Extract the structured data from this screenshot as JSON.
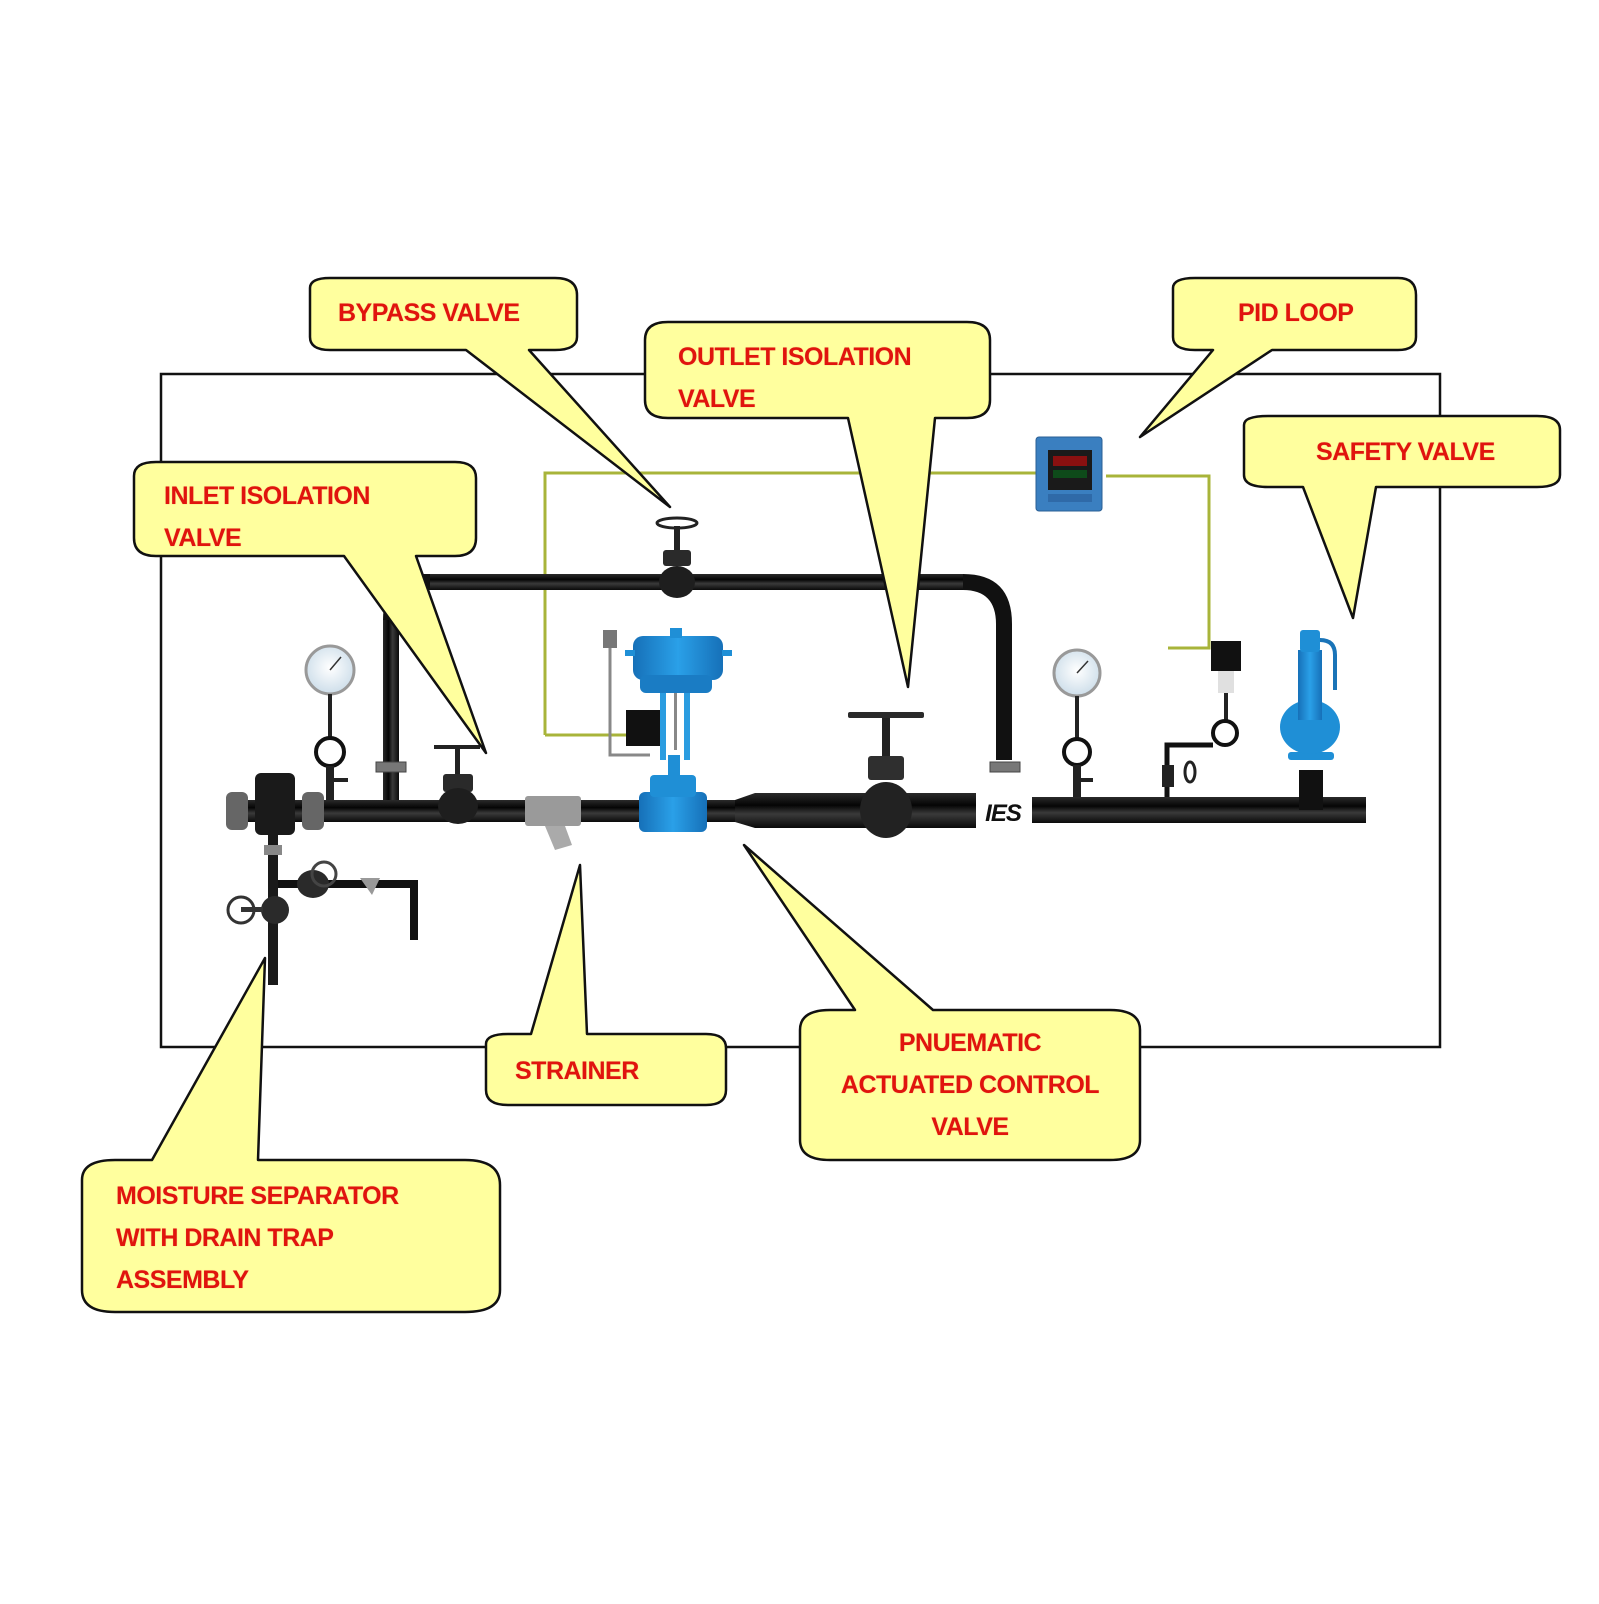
{
  "diagram": {
    "title": "Pressure reducing station with PID control",
    "colors": {
      "callout_fill": "#ffff9e",
      "callout_stroke": "#111111",
      "label_text": "#e0140e",
      "pipe": "#111111",
      "signal_wire": "#a8b43a",
      "valve_blue": "#1f8fd6",
      "controller_blue": "#3a7fc0"
    },
    "watermark": "IES",
    "callouts": [
      {
        "id": "bypass-valve",
        "lines": [
          "BYPASS VALVE"
        ],
        "points_to": "bypass globe valve"
      },
      {
        "id": "outlet-isolation-valve",
        "lines": [
          "OUTLET ISOLATION",
          "VALVE"
        ],
        "points_to": "outlet globe valve"
      },
      {
        "id": "pid-loop",
        "lines": [
          "PID LOOP"
        ],
        "points_to": "PID controller"
      },
      {
        "id": "safety-valve",
        "lines": [
          "SAFETY VALVE"
        ],
        "points_to": "safety relief valve"
      },
      {
        "id": "inlet-isolation-valve",
        "lines": [
          "INLET ISOLATION",
          "VALVE"
        ],
        "points_to": "inlet globe valve"
      },
      {
        "id": "strainer",
        "lines": [
          "STRAINER"
        ],
        "points_to": "Y-strainer"
      },
      {
        "id": "pneumatic-control-valve",
        "lines": [
          "PNUEMATIC",
          "ACTUATED CONTROL",
          "VALVE"
        ],
        "points_to": "pneumatic control valve"
      },
      {
        "id": "moisture-separator",
        "lines": [
          "MOISTURE SEPARATOR",
          "WITH DRAIN TRAP",
          "ASSEMBLY"
        ],
        "points_to": "moisture separator"
      }
    ],
    "components": [
      "moisture separator with drain trap",
      "inlet pressure gauge",
      "inlet isolation valve",
      "strainer",
      "pneumatic actuated control valve",
      "bypass valve",
      "outlet isolation valve",
      "outlet pressure gauge",
      "pressure transmitter",
      "PID controller",
      "safety valve"
    ]
  }
}
